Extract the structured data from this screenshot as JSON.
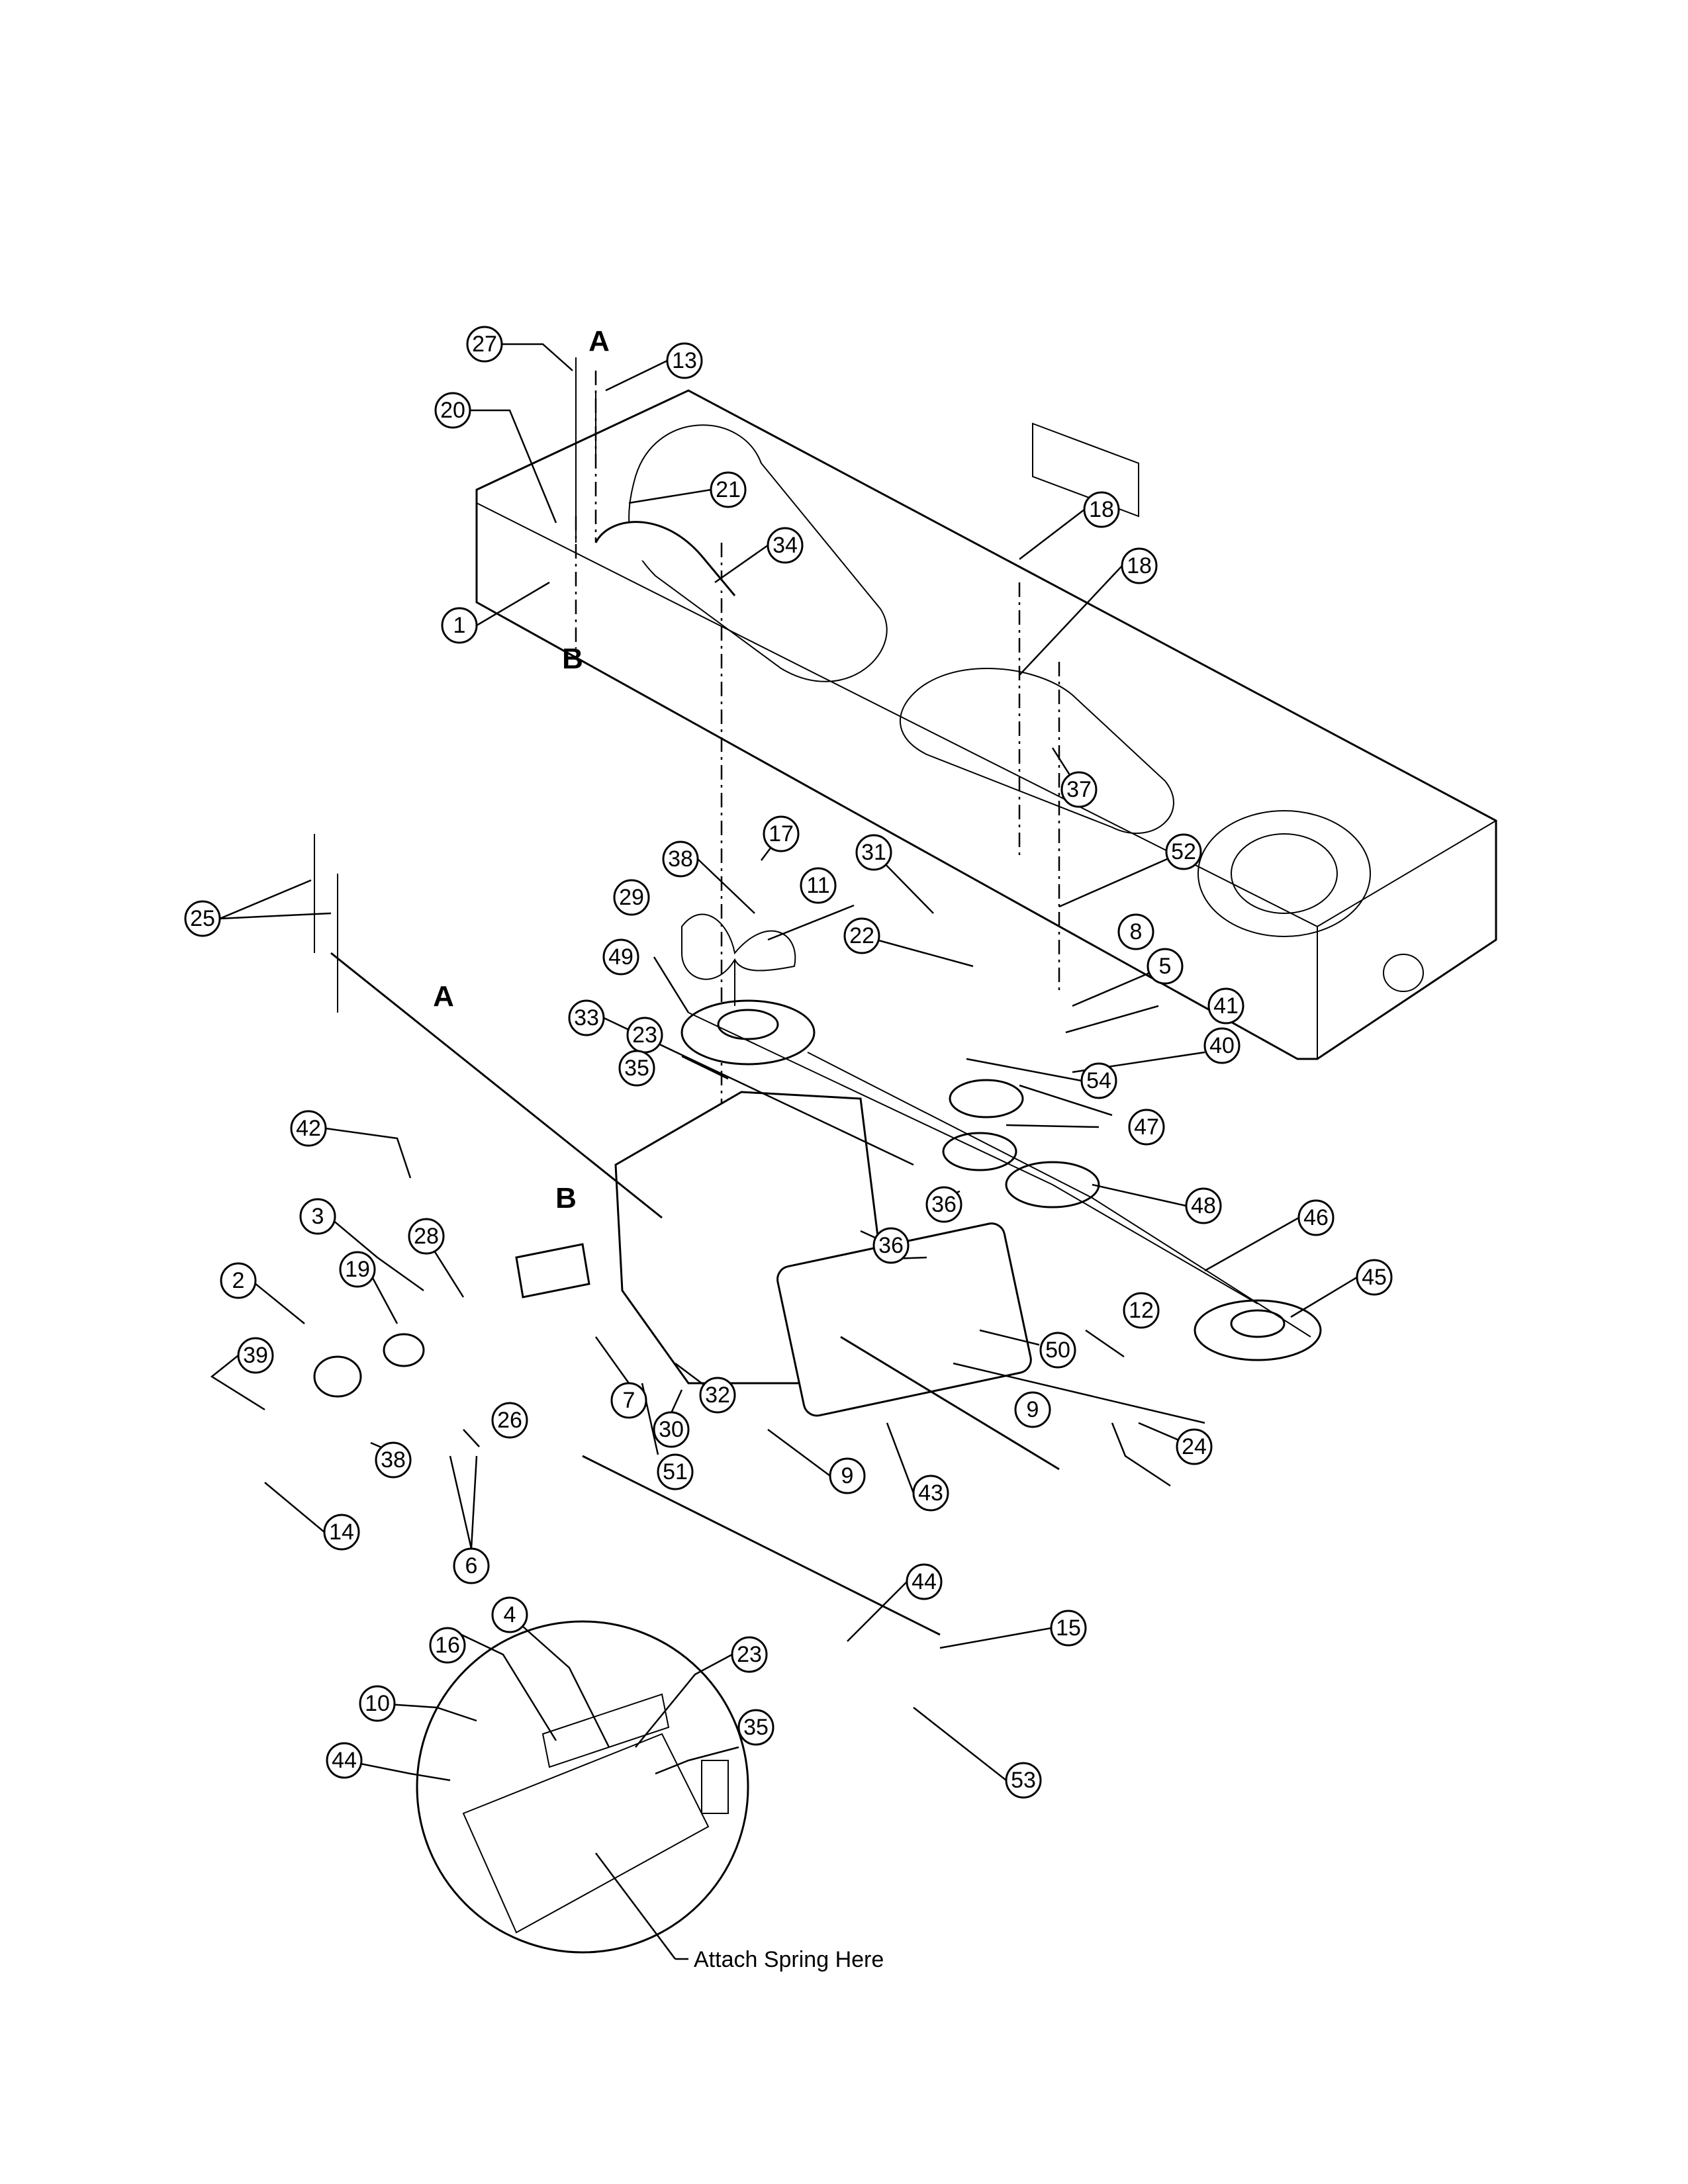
{
  "diagram": {
    "markers": [
      "A",
      "B",
      "A",
      "B"
    ],
    "note": "Attach Spring Here",
    "callouts": [
      "27",
      "13",
      "20",
      "21",
      "34",
      "1",
      "18",
      "18",
      "37",
      "52",
      "17",
      "38",
      "11",
      "29",
      "31",
      "22",
      "8",
      "5",
      "25",
      "49",
      "33",
      "41",
      "40",
      "23",
      "54",
      "35",
      "47",
      "42",
      "36",
      "48",
      "46",
      "36",
      "45",
      "3",
      "28",
      "19",
      "2",
      "50",
      "12",
      "39",
      "7",
      "9",
      "26",
      "32",
      "30",
      "38",
      "51",
      "9",
      "24",
      "43",
      "14",
      "6",
      "44",
      "15",
      "4",
      "16",
      "23",
      "10",
      "35",
      "44",
      "53"
    ]
  }
}
